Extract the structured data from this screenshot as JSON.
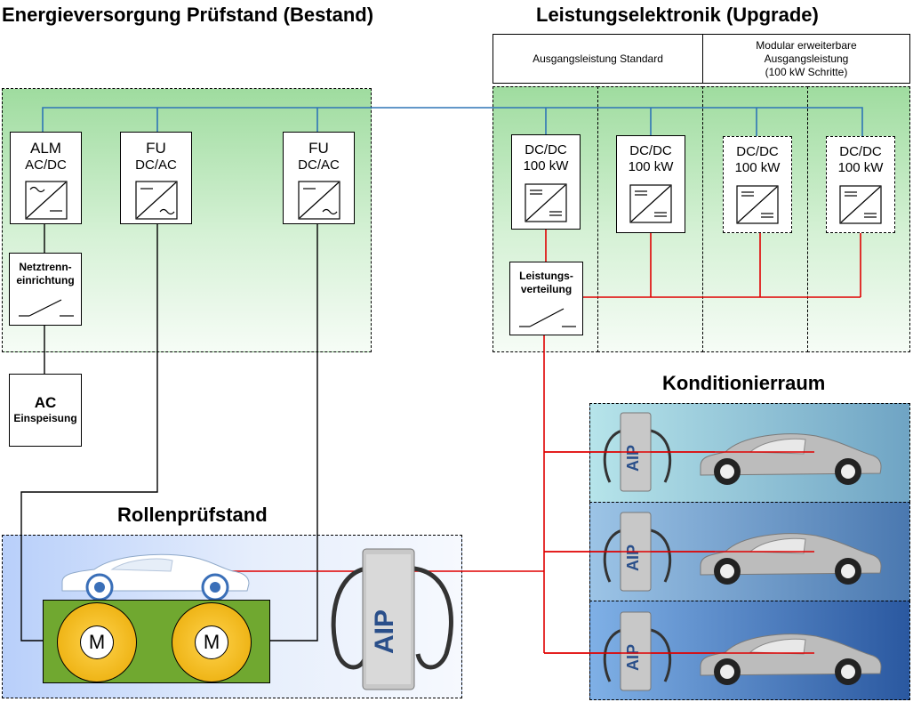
{
  "titles": {
    "energy": "Energieversorgung Prüfstand (Bestand)",
    "power": "Leistungselektronik (Upgrade)",
    "conditioning": "Konditionierraum",
    "dyno": "Rollenprüfstand"
  },
  "header": {
    "standard": "Ausgangsleistung Standard",
    "modular_l1": "Modular erweiterbare",
    "modular_l2": "Ausgangsleistung",
    "modular_l3": "(100 kW Schritte)"
  },
  "converters": {
    "alm": {
      "name": "ALM",
      "type": "AC/DC"
    },
    "fu1": {
      "name": "FU",
      "type": "DC/AC"
    },
    "fu2": {
      "name": "FU",
      "type": "DC/AC"
    }
  },
  "disconnect": {
    "l1": "Netztrenn-",
    "l2": "einrichtung"
  },
  "ac_feed": {
    "l1": "AC",
    "l2": "Einspeisung"
  },
  "dcdc": [
    {
      "l1": "DC/DC",
      "l2": "100 kW"
    },
    {
      "l1": "DC/DC",
      "l2": "100 kW"
    },
    {
      "l1": "DC/DC",
      "l2": "100 kW"
    },
    {
      "l1": "DC/DC",
      "l2": "100 kW"
    }
  ],
  "distribution": {
    "l1": "Leistungs-",
    "l2": "verteilung"
  },
  "motors": [
    "M",
    "M"
  ],
  "colors": {
    "dc_bus": "#2e75b6",
    "power_line": "#e00000",
    "motor_base": "#70a830"
  }
}
